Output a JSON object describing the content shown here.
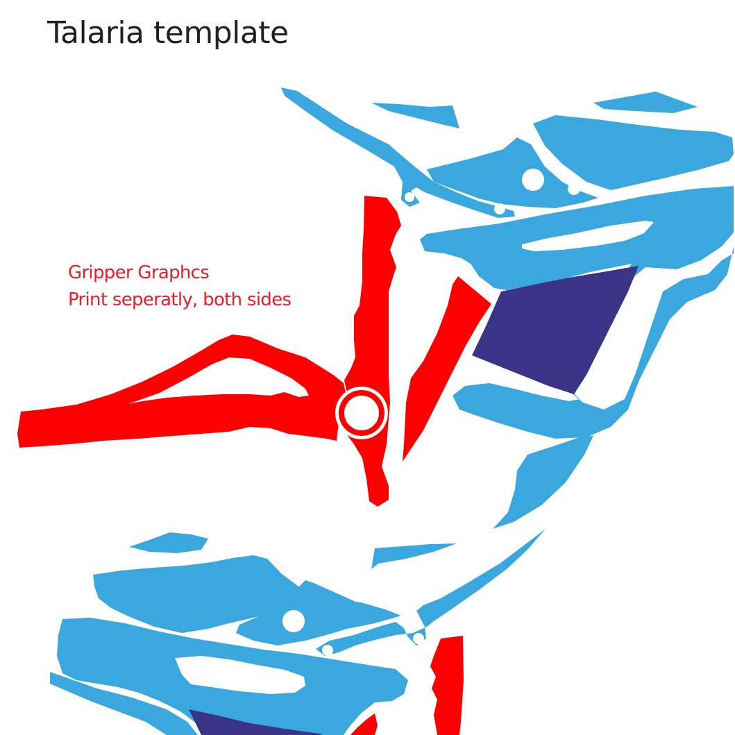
{
  "template": {
    "title": "Talaria template",
    "note_line_1": "Gripper Graphcs",
    "note_line_2": "Print seperatly, both sides"
  },
  "colors": {
    "blue": "#3aa8df",
    "red": "#ff0000",
    "navy": "#3a3386",
    "text": "#231f20",
    "note": "#ee1c24"
  }
}
